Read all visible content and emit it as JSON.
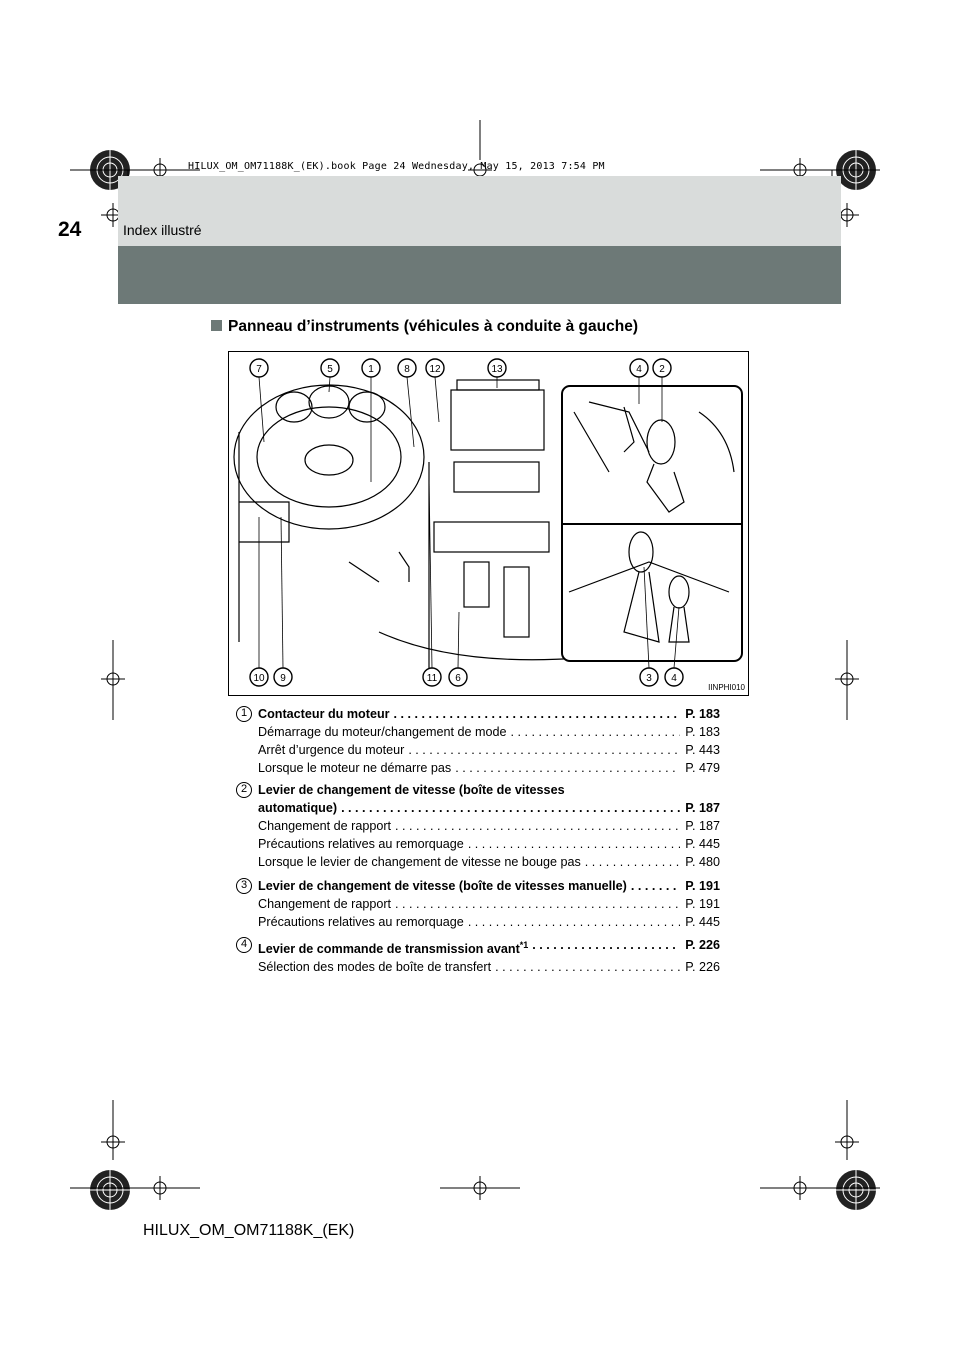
{
  "header": {
    "page_number": "24",
    "section": "Index illustré",
    "print_info": "HILUX_OM_OM71188K_(EK).book  Page 24  Wednesday, May 15, 2013  7:54 PM"
  },
  "section_title": "Panneau d’instruments (véhicules à conduite à gauche)",
  "figure": {
    "code": "IINPHI010",
    "callouts": [
      "7",
      "5",
      "1",
      "8",
      "12",
      "13",
      "4",
      "2",
      "10",
      "9",
      "11",
      "6",
      "3",
      "4"
    ]
  },
  "entries": [
    {
      "num": "1",
      "title": "Contacteur du moteur",
      "title_ref": "P. 183",
      "items": [
        {
          "text": "Démarrage du moteur/changement de mode",
          "ref": "P. 183"
        },
        {
          "text": "Arrêt d’urgence du moteur",
          "ref": "P. 443"
        },
        {
          "text": "Lorsque le moteur ne démarre pas",
          "ref": "P. 479"
        }
      ]
    },
    {
      "num": "2",
      "title_line1": "Levier de changement de vitesse (boîte de vitesses",
      "title": "automatique)",
      "title_ref": "P. 187",
      "items": [
        {
          "text": "Changement de rapport",
          "ref": "P. 187"
        },
        {
          "text": "Précautions relatives au remorquage",
          "ref": "P. 445"
        },
        {
          "text": "Lorsque le levier de changement de vitesse ne bouge pas",
          "ref": "P. 480"
        }
      ]
    },
    {
      "num": "3",
      "title": "Levier de changement de vitesse (boîte de vitesses manuelle)",
      "title_ref": "P. 191",
      "items": [
        {
          "text": "Changement de rapport",
          "ref": "P. 191"
        },
        {
          "text": "Précautions relatives au remorquage",
          "ref": "P. 445"
        }
      ]
    },
    {
      "num": "4",
      "title": "Levier de commande de transmission avant",
      "title_sup": "*1",
      "title_ref": "P. 226",
      "items": [
        {
          "text": "Sélection des modes de boîte de transfert",
          "ref": "P. 226"
        }
      ]
    }
  ],
  "footer": "HILUX_OM_OM71188K_(EK)"
}
